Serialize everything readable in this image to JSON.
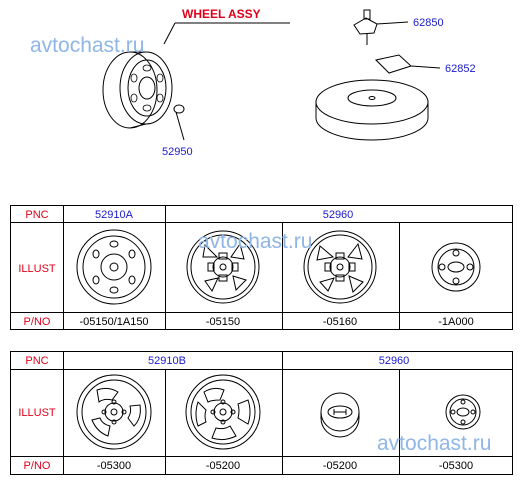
{
  "header": {
    "title": "WHEEL ASSY",
    "parts": {
      "nut": "62850",
      "plate": "62852",
      "valve": "52950"
    }
  },
  "watermark": "avtochast.ru",
  "table1": {
    "row_labels": {
      "pnc": "PNC",
      "illust": "ILLUST",
      "pno": "P/NO"
    },
    "pnc": [
      "52910A",
      "52960"
    ],
    "pno": [
      "-05150/1A150",
      "-05150",
      "-05160",
      "-1A000"
    ]
  },
  "table2": {
    "row_labels": {
      "pnc": "PNC",
      "illust": "ILLUST",
      "pno": "P/NO"
    },
    "pnc": [
      "52910B",
      "52960"
    ],
    "pno": [
      "-05300",
      "-05200",
      "-05200",
      "-05300"
    ]
  },
  "colors": {
    "red": "#e0001a",
    "blue": "#1a1acc",
    "watermark": "#8fb6e6"
  }
}
